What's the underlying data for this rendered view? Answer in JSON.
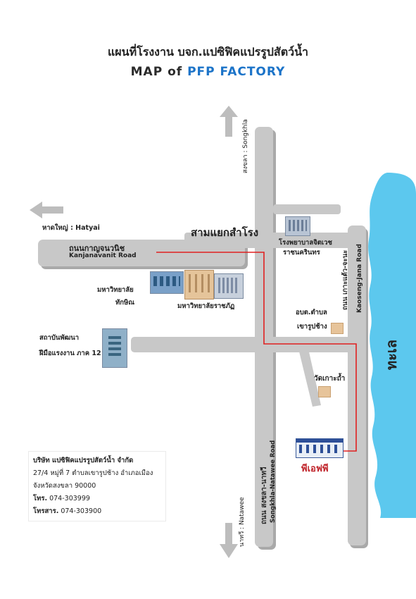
{
  "title_th": "แผนที่โรงงาน บจก.แปซิฟิคแปรรูปสัตว์น้ำ",
  "title_en_prefix": "MAP of ",
  "title_en_brand": "PFP",
  "title_en_suffix": " FACTORY",
  "labels": {
    "songkhla_top": "สงขลา : Songkhla",
    "hatyai": "หาดใหญ่ : Hatyai",
    "samyaek": "สามแยกสำโรง",
    "kanjanavanit_th": "ถนนกาญจนวนิช",
    "kanjanavanit_en": "Kanjanavanit   Road",
    "hospital_1": "โรงพยาบาลจิตเวช",
    "hospital_2": "ราชนครินทร",
    "thaksin_1": "มหาวิทยาลัย",
    "thaksin_2": "ทักษิณ",
    "rajabhat": "มหาวิทยาลัยราชภัฏ",
    "kaoseng_th": "ถนน เกาะแต้ว-จะนะ",
    "kaoseng_en": "Kaoseng-Jana Road",
    "obt_1": "อบต.ตำบล",
    "obt_2": "เขารูปช้าง",
    "institute_1": "สถาบันพัฒนา",
    "institute_2": "ฝีมือแรงงาน ภาค 12",
    "sea": "ทะเล",
    "wat": "วัดเกาะถ้ำ",
    "pfp": "พีเอฟพี",
    "natawee_bottom": "นาทวี : Natawee",
    "natawee_road_th": "ถนน สงขลา-นาทวี",
    "natawee_road_en": "Songkhla-Natawee Road"
  },
  "company": {
    "name": "บริษัท แปซิฟิคแปรรูปสัตว์น้ำ จำกัด",
    "address_1": "27/4  หมู่ที่ 7  ตำบลเขารูปช้าง อำเภอเมือง",
    "address_2": "จังหวัดสงขลา 90000",
    "tel_label": "โทร.",
    "tel": " 074-303999",
    "fax_label": "โทรสาร.",
    "fax": " 074-303900"
  },
  "colors": {
    "route": "#e02020",
    "sea": "#5cc8ee",
    "road": "#c8c8c8",
    "brand": "#1b73c8",
    "pfp_label": "#c0252c"
  },
  "icons": [
    "arrow-up-icon",
    "arrow-left-icon",
    "arrow-down-icon"
  ]
}
